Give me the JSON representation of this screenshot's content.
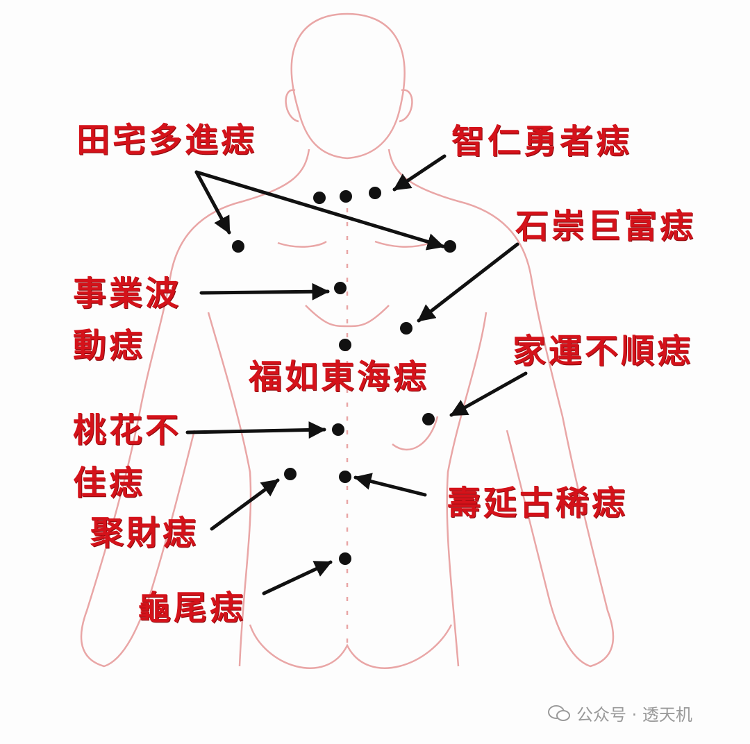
{
  "labels": {
    "tianzhai": "田宅多進痣",
    "zhiren": "智仁勇者痣",
    "shichong": "石崇巨富痣",
    "shiye_line1": "事業波",
    "shiye_line2": "動痣",
    "furu": "福如東海痣",
    "jiayun": "家運不順痣",
    "taohua_line1": "桃花不",
    "taohua_line2": "佳痣",
    "shouyan": "壽延古稀痣",
    "jucai": "聚財痣",
    "guiwei": "龜尾痣"
  },
  "watermark": {
    "text": "公众号 · 透天机",
    "icon": "wechat-icon"
  },
  "colors": {
    "label": "#d4121a",
    "outline": "#e9a0a0",
    "mark": "#111111"
  }
}
